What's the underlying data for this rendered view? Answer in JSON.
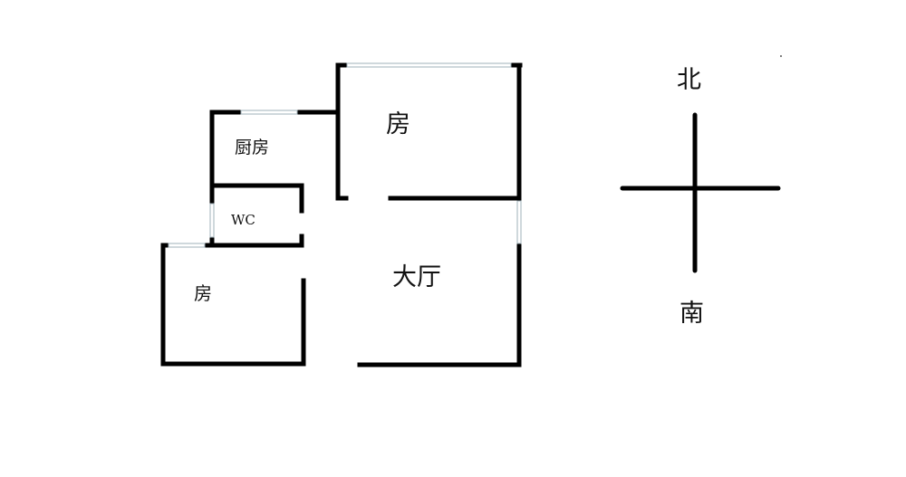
{
  "rooms": {
    "bedroom_north": "房",
    "kitchen": "厨房",
    "wc": "WC",
    "bedroom_south": "房",
    "living_room": "大厅"
  },
  "compass": {
    "north": "北",
    "south": "南"
  },
  "colors": {
    "wall": "#000000",
    "window": "#9fb0b8"
  }
}
